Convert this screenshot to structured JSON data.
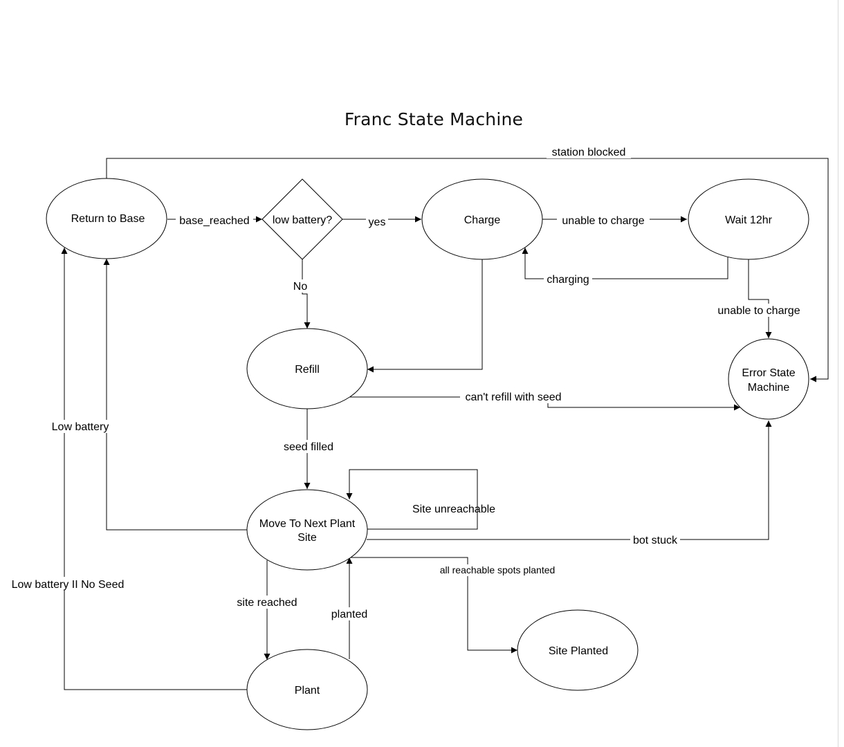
{
  "diagram": {
    "title": "Franc State Machine",
    "nodes": {
      "return_to_base": "Return to Base",
      "low_battery_check": "low battery?",
      "charge": "Charge",
      "wait_12hr": "Wait 12hr",
      "refill": "Refill",
      "error_state_machine": [
        "Error State",
        "Machine"
      ],
      "move_to_next_plant_site": [
        "Move To Next Plant",
        "Site"
      ],
      "site_planted": "Site Planted",
      "plant": "Plant"
    },
    "edges": {
      "station_blocked": "station blocked",
      "base_reached": "base_reached",
      "yes": "yes",
      "no": "No",
      "unable_to_charge_1": "unable to charge",
      "charging": "charging",
      "unable_to_charge_2": "unable to charge",
      "cant_refill": "can't refill with seed",
      "low_battery": "Low battery",
      "seed_filled": "seed filled",
      "site_unreachable": "Site unreachable",
      "bot_stuck": "bot stuck",
      "all_reachable": "all reachable spots planted",
      "low_battery_no_seed": "Low battery II No Seed",
      "site_reached": "site reached",
      "planted": "planted"
    }
  }
}
